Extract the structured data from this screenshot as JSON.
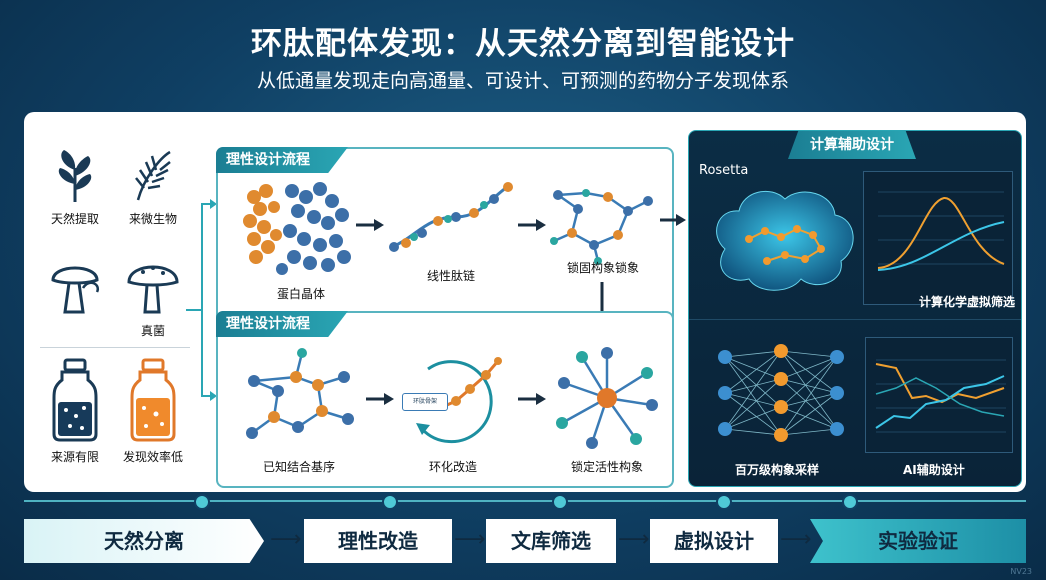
{
  "title": "环肽配体发现：从天然分离到智能设计",
  "subtitle": "从低通量发现走向高通量、可设计、可预测的药物分子发现体系",
  "sources": [
    {
      "label": "天然提取",
      "icon": "plant-icon"
    },
    {
      "label": "来微生物",
      "icon": "leaf-icon"
    },
    {
      "label": "",
      "icon": "mushroom-icon"
    },
    {
      "label": "真菌",
      "icon": "fungus-icon"
    },
    {
      "label": "来源有限",
      "icon": "jar-icon"
    },
    {
      "label": "发现效率低",
      "icon": "orange-jar-icon"
    }
  ],
  "flow1": {
    "tag": "理性设计流程",
    "nodes": [
      "蛋白晶体",
      "线性肽链",
      "锁固构象锁象"
    ]
  },
  "flow2": {
    "tag": "理性设计流程",
    "nodes": [
      "已知结合基序",
      "环化改造",
      "锁定活性构象"
    ],
    "mini_label": "环肽骨架"
  },
  "computational": {
    "tag": "计算辅助设计",
    "rosetta": "Rosetta",
    "panels": [
      "计算化学虚拟筛选",
      "百万级构象采样",
      "AI辅助设计"
    ]
  },
  "stages": [
    "天然分离",
    "理性改造",
    "文库筛选",
    "虚拟设计",
    "实验验证"
  ],
  "watermark": "NV23",
  "colors": {
    "accent": "#2aa6b4",
    "orange": "#e8862c",
    "navy": "#0f3f63"
  }
}
